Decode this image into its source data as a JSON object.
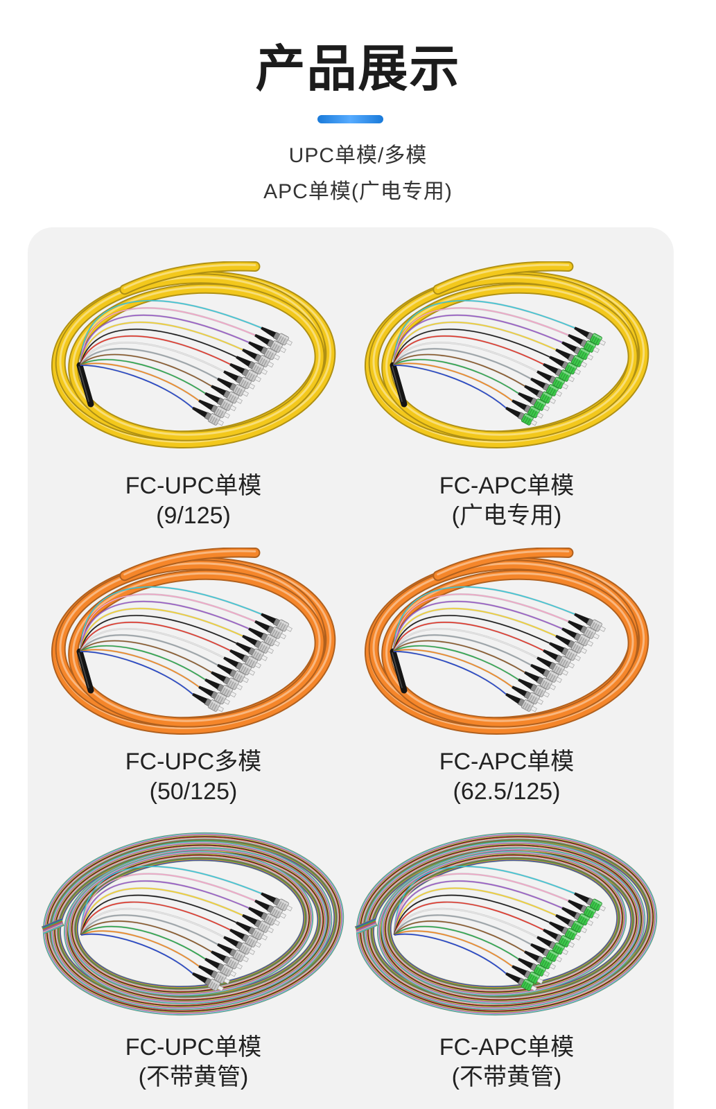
{
  "page": {
    "title": "产品展示",
    "subtitle": [
      "UPC单模/多模",
      "APC单模(广电专用)"
    ],
    "accent_color": "#1e8fff",
    "panel_color": "#f2f2f2"
  },
  "fiber_colors": [
    "#2546c8",
    "#f08a24",
    "#2fa84f",
    "#8a5a2b",
    "#9aa3a8",
    "#e6e6e6",
    "#e23a2e",
    "#1d1d1d",
    "#f2d233",
    "#9a5fc8",
    "#f3a6c8",
    "#3fc7d6"
  ],
  "products": [
    {
      "name": "FC-UPC单模",
      "spec": "(9/125)",
      "cable_style": "jacketed",
      "jacket_color": "#f3c81c",
      "connector_color": "#c8c8c8"
    },
    {
      "name": "FC-APC单模",
      "spec": "(广电专用)",
      "cable_style": "jacketed",
      "jacket_color": "#f3c81c",
      "connector_color": "#3cc84a"
    },
    {
      "name": "FC-UPC多模",
      "spec": "(50/125)",
      "cable_style": "jacketed",
      "jacket_color": "#f5862a",
      "connector_color": "#c8c8c8"
    },
    {
      "name": "FC-APC单模",
      "spec": "(62.5/125)",
      "cable_style": "jacketed",
      "jacket_color": "#f5862a",
      "connector_color": "#c8c8c8"
    },
    {
      "name": "FC-UPC单模",
      "spec": "(不带黄管)",
      "cable_style": "bare",
      "jacket_color": "#7d8a66",
      "connector_color": "#c8c8c8"
    },
    {
      "name": "FC-APC单模",
      "spec": "(不带黄管)",
      "cable_style": "bare",
      "jacket_color": "#7d8a66",
      "connector_color": "#3cc84a"
    }
  ]
}
